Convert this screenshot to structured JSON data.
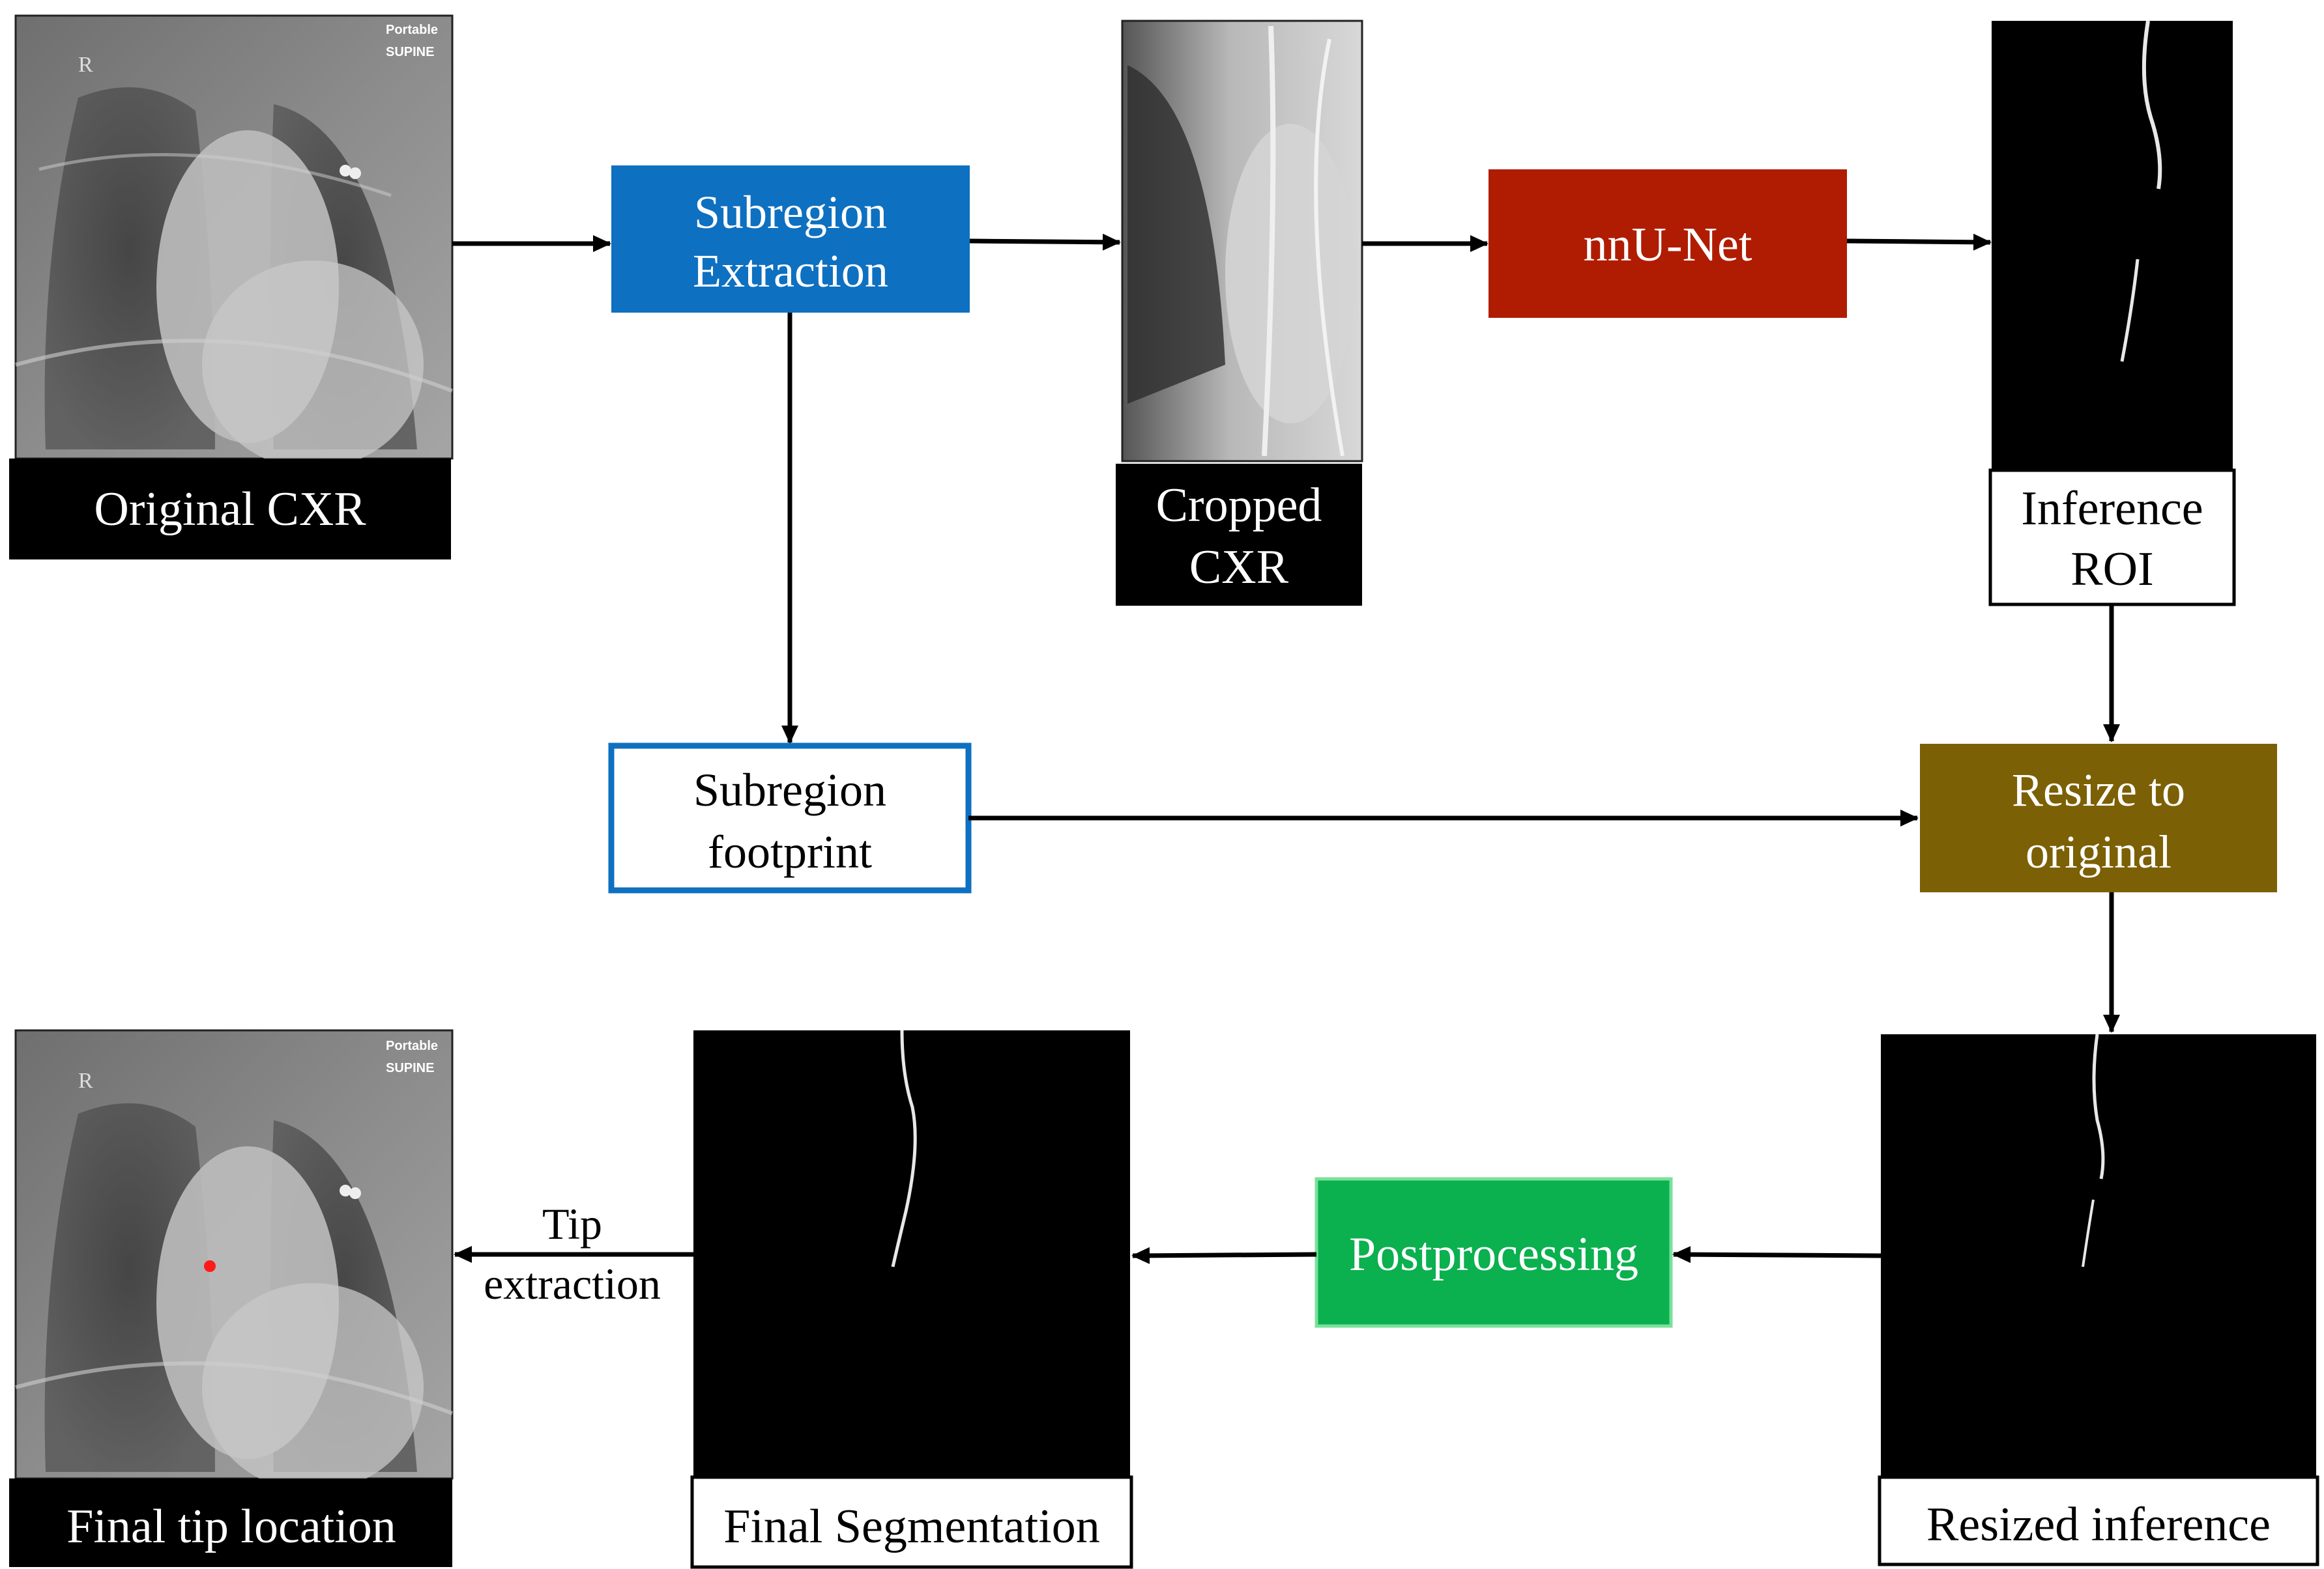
{
  "images": {
    "original_cxr": {
      "label": "Original CXR",
      "overlay_top": "Portable",
      "overlay_bottom": "SUPINE",
      "marker": "R"
    },
    "cropped_cxr": {
      "label_line1": "Cropped",
      "label_line2": "CXR"
    },
    "inference_roi": {
      "label_line1": "Inference",
      "label_line2": "ROI"
    },
    "resized_inference": {
      "label": "Resized inference"
    },
    "final_segmentation": {
      "label": "Final Segmentation"
    },
    "final_tip": {
      "label": "Final tip location",
      "overlay_top": "Portable",
      "overlay_bottom": "SUPINE",
      "marker": "R"
    }
  },
  "steps": {
    "subregion_extraction": {
      "line1": "Subregion",
      "line2": "Extraction",
      "color": "#0e70c0"
    },
    "nnunet": {
      "label": "nnU-Net",
      "color": "#b01c02"
    },
    "subregion_footprint": {
      "line1": "Subregion",
      "line2": "footprint",
      "border_color": "#0e70c0"
    },
    "resize_to_original": {
      "line1": "Resize to",
      "line2": "original",
      "color": "#7c6005"
    },
    "postprocessing": {
      "label": "Postprocessing",
      "color": "#0bb04f"
    }
  },
  "edge_labels": {
    "tip_extraction_line1": "Tip",
    "tip_extraction_line2": "extraction"
  }
}
